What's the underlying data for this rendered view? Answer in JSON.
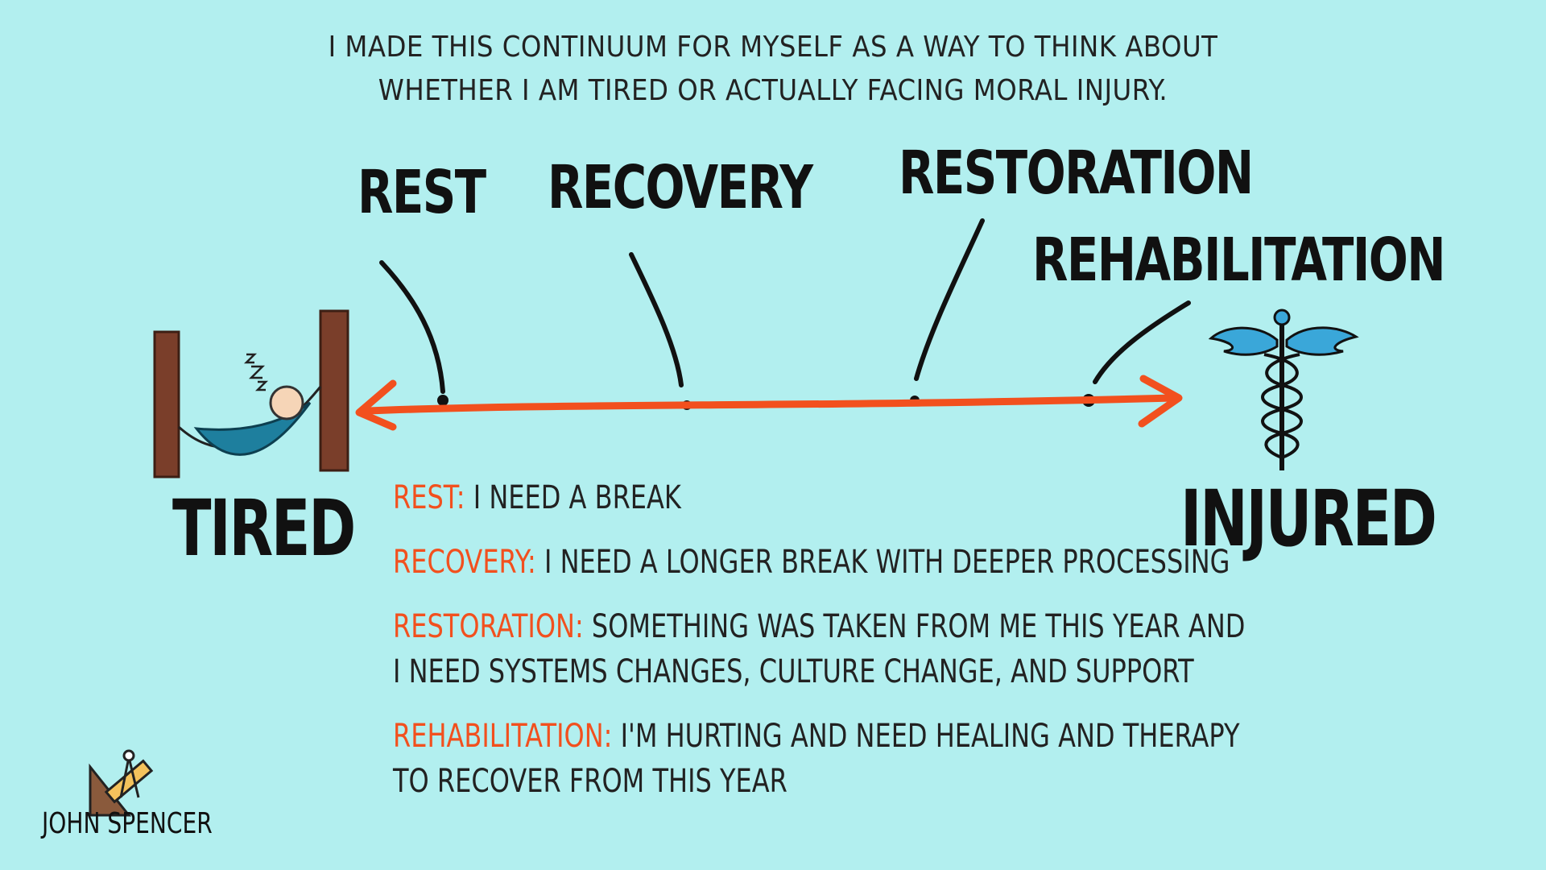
{
  "caption": {
    "line1": "I made this continuum for myself as a way to think about",
    "line2": "whether I am tired or actually facing moral injury."
  },
  "stages": {
    "rest": "REST",
    "recovery": "RECOVERY",
    "restoration": "RESTORATION",
    "rehabilitation": "REHABILITATION"
  },
  "ends": {
    "left": "TIRED",
    "right": "INJURED"
  },
  "definitions": {
    "rest": {
      "term": "REST:",
      "text": "I need a break"
    },
    "recovery": {
      "term": "RECOVERY:",
      "text": "I need a longer break with deeper processing"
    },
    "restoration": {
      "term": "RESTORATION:",
      "text1": "Something was taken from me this year and",
      "text2": "I need systems changes, culture change, and support"
    },
    "rehabilitation": {
      "term": "REHABILITATION:",
      "text1": "I'm hurting and need healing and therapy",
      "text2": "to recover from this year"
    }
  },
  "logo": {
    "text": "JOHN SPENCER"
  },
  "colors": {
    "background": "#b2efef",
    "arrow": "#f2501e",
    "accent_term": "#f2501e",
    "ink": "#111111",
    "hammock": "#1e7f9e",
    "tree": "#7a3e2a",
    "caduceus_wings": "#3aa7d9"
  },
  "icons": {
    "left": "hammock-sleeper-icon",
    "right": "caduceus-icon",
    "logo": "drafting-tools-icon"
  }
}
